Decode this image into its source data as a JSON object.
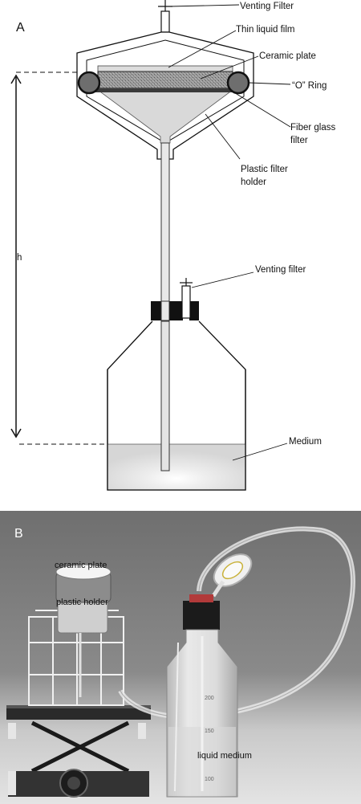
{
  "panel_a": {
    "letter": "A",
    "labels": {
      "venting_filter_top": "Venting Filter",
      "thin_liquid_film": "Thin liquid film",
      "ceramic_plate": "Ceramic plate",
      "o_ring": "“O” Ring",
      "fiber_glass_filter_1": "Fiber glass",
      "fiber_glass_filter_2": "filter",
      "plastic_filter_holder_1": "Plastic filter",
      "plastic_filter_holder_2": "holder",
      "h": "h",
      "venting_filter_bottle": "Venting filter",
      "medium": "Medium"
    }
  },
  "panel_b": {
    "letter": "B",
    "labels": {
      "ceramic_plate": "ceramic plate",
      "plastic_holder": "plastic holder",
      "liquid_medium": "liquid medium"
    },
    "bottle_scale": [
      "200",
      "150",
      "100"
    ]
  },
  "colors": {
    "medium_fill": "#d9d9d9",
    "ring_fill": "#6e6e6e",
    "photo_background": "#7a7a7a"
  }
}
